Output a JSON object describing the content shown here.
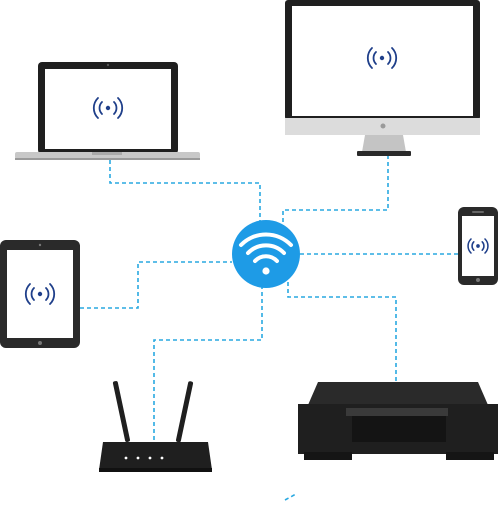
{
  "diagram": {
    "center": {
      "icon": "wifi-icon"
    },
    "devices": [
      {
        "name": "laptop",
        "screen_icon": "wireless-signal-icon"
      },
      {
        "name": "desktop-monitor",
        "screen_icon": "wireless-signal-icon"
      },
      {
        "name": "tablet",
        "screen_icon": "wireless-signal-icon"
      },
      {
        "name": "smartphone",
        "screen_icon": "wireless-signal-icon"
      },
      {
        "name": "router",
        "screen_icon": ""
      },
      {
        "name": "printer",
        "screen_icon": ""
      }
    ],
    "colors": {
      "connection": "#29a9e1",
      "hub": "#1e9be6",
      "device_dark": "#1f1f1f",
      "device_frame": "#2a2a2a",
      "screen": "#ffffff",
      "signal": "#1f3f8a",
      "monitor_chin": "#dcdcdc",
      "laptop_base": "#c8c8c8"
    }
  }
}
